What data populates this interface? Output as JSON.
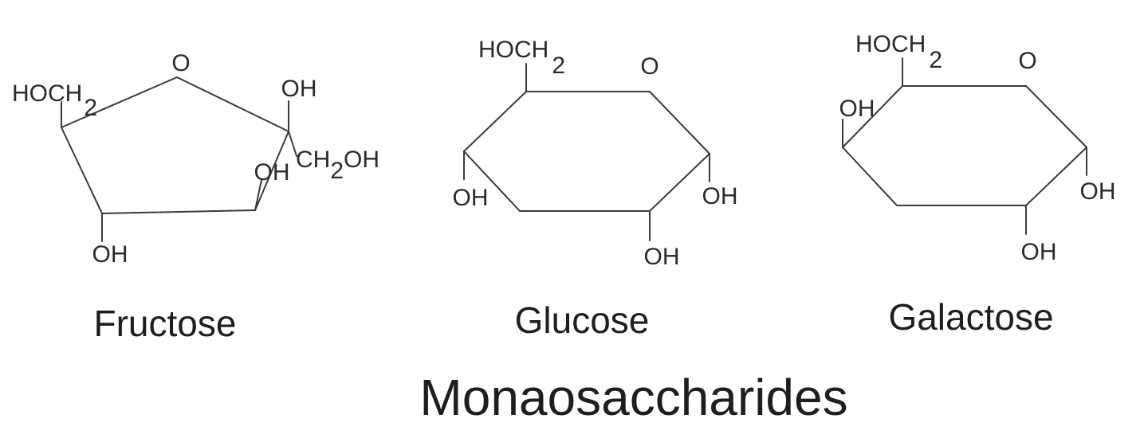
{
  "title": "Monaosaccharides",
  "molecules": {
    "fructose": {
      "name": "Fructose",
      "ring_oxygen": "O",
      "hoch2_main": "HOCH",
      "hoch2_sub": "2",
      "c2_oh": "OH",
      "c2_ch2oh_a": "CH",
      "c2_ch2oh_sub": "2",
      "c2_ch2oh_b": "OH",
      "c3_oh": "OH",
      "c4_oh": "OH"
    },
    "glucose": {
      "name": "Glucose",
      "ring_oxygen": "O",
      "hoch2_main": "HOCH",
      "hoch2_sub": "2",
      "c4_oh": "OH",
      "c1_oh": "OH",
      "c2_oh": "OH"
    },
    "galactose": {
      "name": "Galactose",
      "ring_oxygen": "O",
      "hoch2_main": "HOCH",
      "hoch2_sub": "2",
      "c4_oh": "OH",
      "c1_oh": "OH",
      "c2_oh": "OH"
    }
  }
}
